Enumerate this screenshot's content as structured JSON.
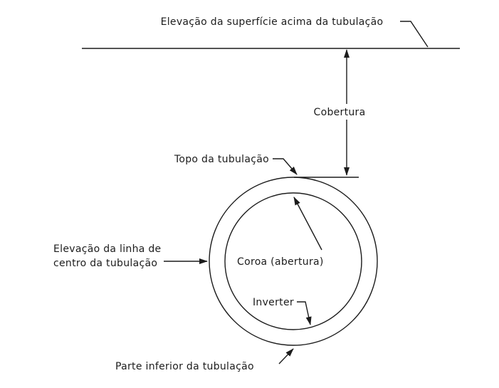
{
  "diagram": {
    "type": "pipe-burial-cross-section",
    "background_color": "#ffffff",
    "line_color": "#1c1c1c",
    "labels": {
      "surface_elevation": "Elevação da superfície acima da tubulação",
      "cover": "Cobertura",
      "pipe_top": "Topo da tubulação",
      "crown": "Coroa (abertura)",
      "centerline_line1": "Elevação da linha de",
      "centerline_line2": "centro da tubulação",
      "invert": "Inverter",
      "pipe_bottom": "Parte inferior da tubulação"
    }
  }
}
